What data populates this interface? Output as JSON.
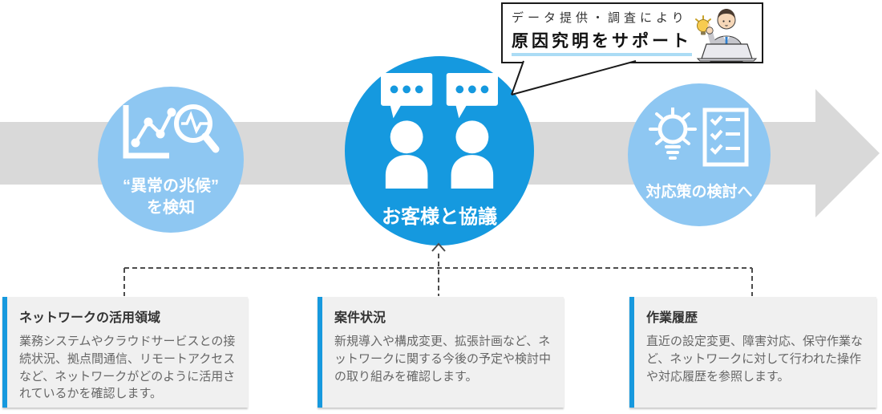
{
  "callout": {
    "line1": "データ提供・調査により",
    "line2": "原因究明をサポート",
    "icon": "person-idea-laptop-illustration"
  },
  "flow": {
    "steps": [
      {
        "line1": "“異常の兆候”",
        "line2": "を検知",
        "icon": "chart-and-magnifier-icon"
      },
      {
        "label": "お客様と協議",
        "icon": "two-people-speech-bubbles-icon"
      },
      {
        "label": "対応策の検討へ",
        "icon": "lightbulb-and-checklist-icon"
      }
    ]
  },
  "boxes": [
    {
      "title": "ネットワークの活用領域",
      "body": "業務システムやクラウドサービスとの接続状況、拠点間通信、リモートアクセスなど、ネットワークがどのように活用されているかを確認します。"
    },
    {
      "title": "案件状況",
      "body": "新規導入や構成変更、拡張計画など、ネットワークに関する今後の予定や検討中の取り組みを確認します。"
    },
    {
      "title": "作業履歴",
      "body": "直近の設定変更、障害対応、保守作業など、ネットワークに対して行われた操作や対応履歴を参照します。"
    }
  ],
  "colors": {
    "primary_blue": "#1599DF",
    "light_blue": "#8EC7F2",
    "arrow_gray": "#D9D9D9",
    "box_bg": "#F0F0F0",
    "box_accent_blue": "#1799DE",
    "callout_underline": "#ABDCF5",
    "dashed_line": "#4D4D4D"
  }
}
